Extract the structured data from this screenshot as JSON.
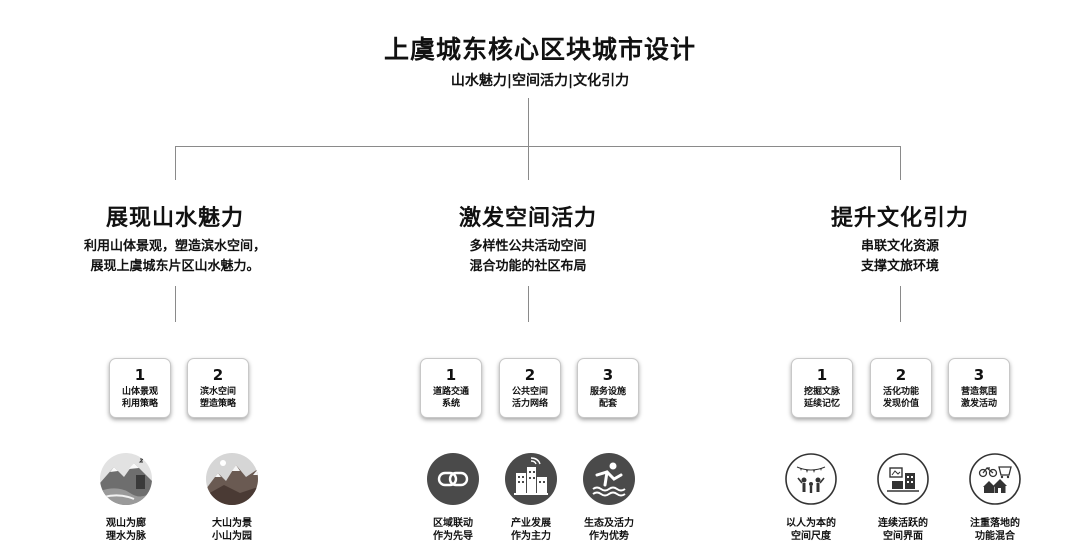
{
  "header": {
    "title": "上虞城东核心区块城市设计",
    "subtitle": "山水魅力|空间活力|文化引力"
  },
  "columns": [
    {
      "title": "展现山水魅力",
      "desc": [
        "利用山体景观，塑造滨水空间，",
        "展现上虞城东片区山水魅力。"
      ],
      "cards": [
        {
          "num": "1",
          "lines": [
            "山体景观",
            "利用策略"
          ]
        },
        {
          "num": "2",
          "lines": [
            "滨水空间",
            "塑造策略"
          ]
        }
      ],
      "icons": [
        {
          "icon": "mountain-river-landscape-icon",
          "lines": [
            "观山为廊",
            "理水为脉"
          ]
        },
        {
          "icon": "mountain-garden-icon",
          "lines": [
            "大山为景",
            "小山为园"
          ]
        }
      ]
    },
    {
      "title": "激发空间活力",
      "desc": [
        "多样性公共活动空间",
        "混合功能的社区布局"
      ],
      "cards": [
        {
          "num": "1",
          "lines": [
            "道路交通",
            "系统"
          ]
        },
        {
          "num": "2",
          "lines": [
            "公共空间",
            "活力网络"
          ]
        },
        {
          "num": "3",
          "lines": [
            "服务设施",
            "配套"
          ]
        }
      ],
      "icons": [
        {
          "icon": "link-icon",
          "lines": [
            "区域联动",
            "作为先导"
          ]
        },
        {
          "icon": "industry-building-icon",
          "lines": [
            "产业发展",
            "作为主力"
          ]
        },
        {
          "icon": "activity-swimmer-icon",
          "lines": [
            "生态及活力",
            "作为优势"
          ]
        }
      ]
    },
    {
      "title": "提升文化引力",
      "desc": [
        "串联文化资源",
        "支撑文旅环境"
      ],
      "cards": [
        {
          "num": "1",
          "lines": [
            "挖掘文脉",
            "延续记忆"
          ]
        },
        {
          "num": "2",
          "lines": [
            "活化功能",
            "发现价值"
          ]
        },
        {
          "num": "3",
          "lines": [
            "营造氛围",
            "激发活动"
          ]
        }
      ],
      "icons": [
        {
          "icon": "people-celebration-icon",
          "lines": [
            "以人为本的",
            "空间尺度"
          ]
        },
        {
          "icon": "continuous-street-icon",
          "lines": [
            "连续活跃的",
            "空间界面"
          ]
        },
        {
          "icon": "mixed-function-icon",
          "lines": [
            "注重落地的",
            "功能混合"
          ]
        }
      ]
    }
  ]
}
